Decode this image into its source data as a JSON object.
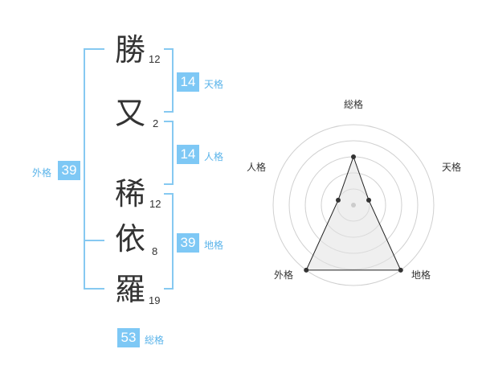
{
  "characters": [
    {
      "char": "勝",
      "strokes": "12"
    },
    {
      "char": "又",
      "strokes": "2"
    },
    {
      "char": "稀",
      "strokes": "12"
    },
    {
      "char": "依",
      "strokes": "8"
    },
    {
      "char": "羅",
      "strokes": "19"
    }
  ],
  "fortunes": {
    "tenkaku": {
      "label": "天格",
      "value": "14"
    },
    "jinkaku": {
      "label": "人格",
      "value": "14"
    },
    "chikaku": {
      "label": "地格",
      "value": "39"
    },
    "gaikaku": {
      "label": "外格",
      "value": "39"
    },
    "soukaku": {
      "label": "総格",
      "value": "53"
    }
  },
  "radar": {
    "axes": [
      "総格",
      "天格",
      "地格",
      "外格",
      "人格"
    ],
    "levels": 5,
    "values": [
      3,
      1,
      5,
      5,
      1
    ]
  },
  "colors": {
    "accent": "#7ec8f5",
    "bracket": "#86c9f1",
    "label": "#5bb4ea"
  }
}
